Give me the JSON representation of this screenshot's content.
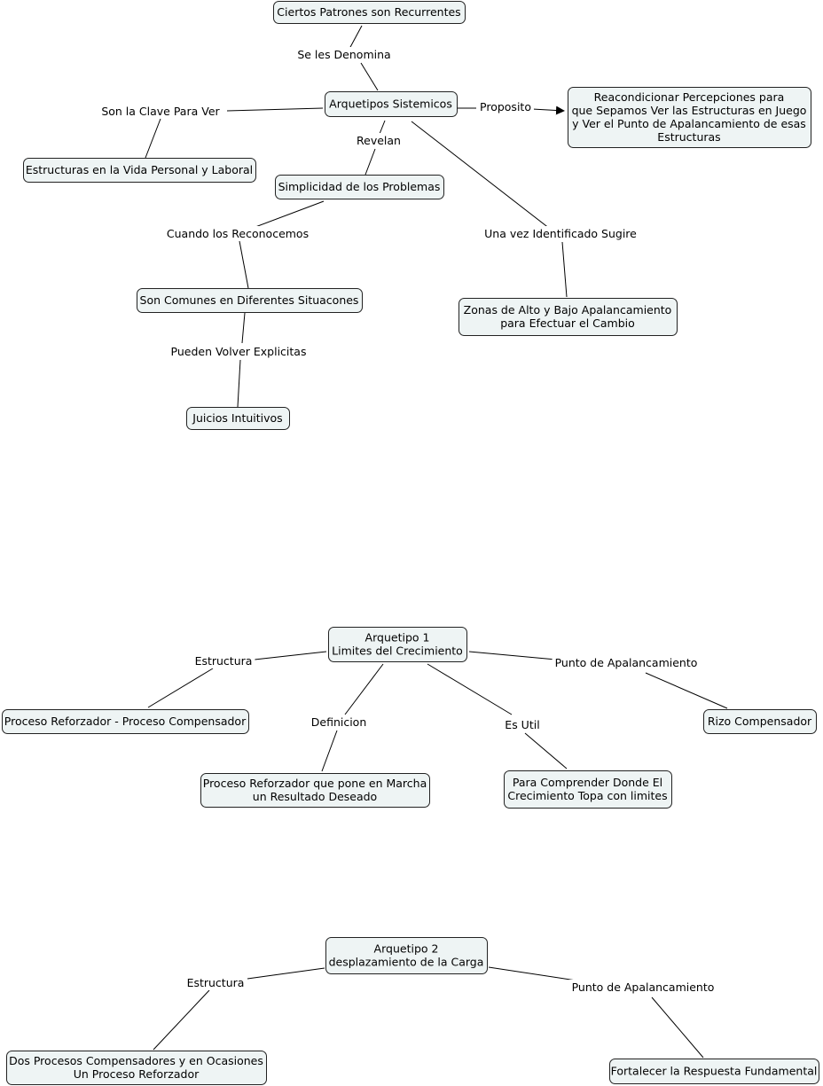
{
  "map1": {
    "nodes": {
      "ciertos": "Ciertos Patrones son Recurrentes",
      "arquetipos": "Arquetipos Sistemicos",
      "reacondicionar": [
        "Reacondicionar Percepciones para",
        "que Sepamos Ver las Estructuras en Juego",
        "y Ver el Punto de Apalancamiento de esas",
        "Estructuras"
      ],
      "estructuras_vida": "Estructuras en la Vida Personal y Laboral",
      "simplicidad": "Simplicidad de los Problemas",
      "comunes": "Son Comunes en Diferentes Situacones",
      "zonas": [
        "Zonas de Alto y Bajo Apalancamiento",
        "para Efectuar el Cambio"
      ],
      "juicios": "Juicios Intuitivos"
    },
    "links": {
      "se_les": "Se les Denomina",
      "son_clave": "Son la Clave Para Ver",
      "proposito": "Proposito",
      "revelan": "Revelan",
      "cuando": "Cuando los Reconocemos",
      "una_vez": "Una vez Identificado Sugire",
      "pueden": "Pueden Volver Explicitas"
    }
  },
  "map2": {
    "nodes": {
      "arquetipo1": [
        "Arquetipo 1",
        "Limites del Crecimiento"
      ],
      "proceso_rc": "Proceso Reforzador - Proceso Compensador",
      "rizo": "Rizo Compensador",
      "proceso_marcha": [
        "Proceso Reforzador que pone en Marcha",
        "un Resultado Deseado"
      ],
      "comprender": [
        "Para Comprender Donde El",
        "Crecimiento Topa con limites"
      ]
    },
    "links": {
      "estructura": "Estructura",
      "punto": "Punto de Apalancamiento",
      "definicion": "Definicion",
      "es_util": "Es Util"
    }
  },
  "map3": {
    "nodes": {
      "arquetipo2": [
        "Arquetipo 2",
        "desplazamiento de la Carga"
      ],
      "dos_procesos": [
        "Dos Procesos Compensadores y en Ocasiones",
        "Un Proceso Reforzador"
      ],
      "fortalecer": "Fortalecer la Respuesta Fundamental"
    },
    "links": {
      "estructura": "Estructura",
      "punto": "Punto de Apalancamiento"
    }
  }
}
